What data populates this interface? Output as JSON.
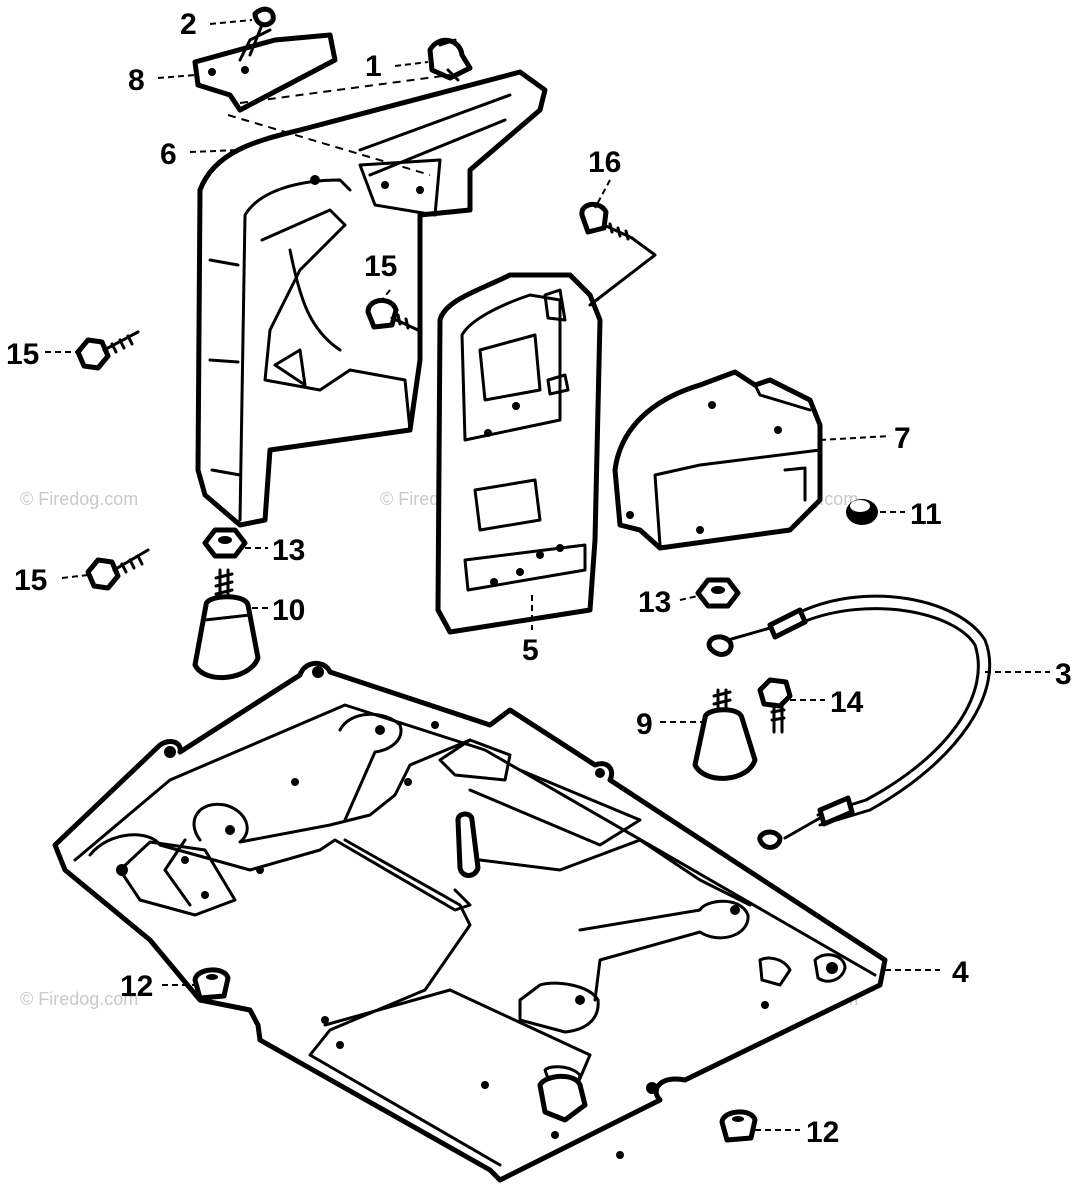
{
  "diagram": {
    "watermark": "© Firedog.com",
    "callouts": {
      "c1": "1",
      "c2": "2",
      "c3": "3",
      "c4": "4",
      "c5": "5",
      "c6": "6",
      "c7": "7",
      "c8": "8",
      "c9": "9",
      "c10": "10",
      "c11": "11",
      "c12a": "12",
      "c12b": "12",
      "c13a": "13",
      "c13b": "13",
      "c14": "14",
      "c15a": "15",
      "c15b": "15",
      "c15c": "15",
      "c16": "16"
    }
  }
}
